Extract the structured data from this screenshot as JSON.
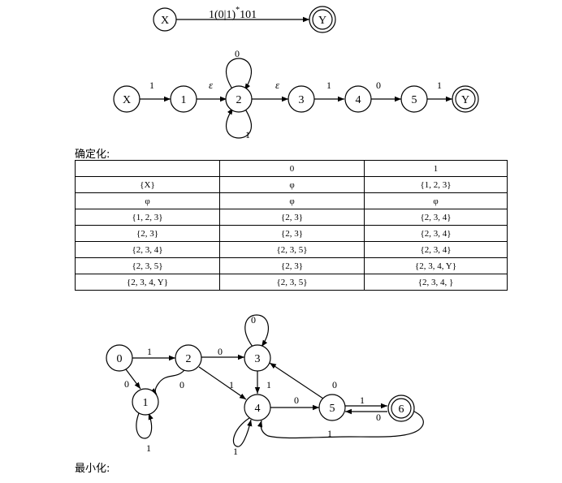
{
  "top_diagram": {
    "nodes": [
      {
        "id": "X",
        "label": "X"
      },
      {
        "id": "Y",
        "label": "Y",
        "accepting": true
      }
    ],
    "edge_label": "1(0|1)",
    "edge_label_sup": "*",
    "edge_label_tail": "101"
  },
  "nfa": {
    "nodes": [
      "X",
      "1",
      "2",
      "3",
      "4",
      "5",
      "Y"
    ],
    "edges": [
      {
        "from": "X",
        "to": "1",
        "label": "1"
      },
      {
        "from": "1",
        "to": "2",
        "label": "ε"
      },
      {
        "from": "2",
        "to": "2",
        "label": "0"
      },
      {
        "from": "2",
        "to": "2",
        "label": "1"
      },
      {
        "from": "2",
        "to": "3",
        "label": "ε"
      },
      {
        "from": "3",
        "to": "4",
        "label": "1"
      },
      {
        "from": "4",
        "to": "5",
        "label": "0"
      },
      {
        "from": "5",
        "to": "Y",
        "label": "1"
      }
    ]
  },
  "determinize_label": "确定化:",
  "table": {
    "header": [
      "",
      "0",
      "1"
    ],
    "rows": [
      [
        "{X}",
        "φ",
        "{1, 2, 3}"
      ],
      [
        "φ",
        "φ",
        "φ"
      ],
      [
        "{1, 2, 3}",
        "{2, 3}",
        "{2, 3, 4}"
      ],
      [
        "{2, 3}",
        "{2, 3}",
        "{2, 3, 4}"
      ],
      [
        "{2, 3, 4}",
        "{2, 3, 5}",
        "{2, 3, 4}"
      ],
      [
        "{2, 3, 5}",
        "{2, 3}",
        "{2, 3, 4, Y}"
      ],
      [
        "{2, 3, 4, Y}",
        "{2, 3, 5}",
        "{2, 3, 4, }"
      ]
    ]
  },
  "dfa": {
    "nodes": [
      "0",
      "1",
      "2",
      "3",
      "4",
      "5",
      "6"
    ],
    "edges": [
      {
        "from": "0",
        "to": "2",
        "label": "1"
      },
      {
        "from": "0",
        "to": "1",
        "label": "0"
      },
      {
        "from": "1",
        "to": "1",
        "label": "1"
      },
      {
        "from": "2",
        "to": "1",
        "label": "0"
      },
      {
        "from": "2",
        "to": "3",
        "label": "0"
      },
      {
        "from": "2",
        "to": "4",
        "label": "1"
      },
      {
        "from": "3",
        "to": "3",
        "label": "0"
      },
      {
        "from": "3",
        "to": "4",
        "label": "1"
      },
      {
        "from": "4",
        "to": "4",
        "label": "1"
      },
      {
        "from": "4",
        "to": "5",
        "label": "0"
      },
      {
        "from": "5",
        "to": "3",
        "label": "0"
      },
      {
        "from": "5",
        "to": "6",
        "label": "1"
      },
      {
        "from": "6",
        "to": "5",
        "label": "0"
      },
      {
        "from": "6",
        "to": "4",
        "label": "1"
      }
    ]
  },
  "minimize_label": "最小化:"
}
